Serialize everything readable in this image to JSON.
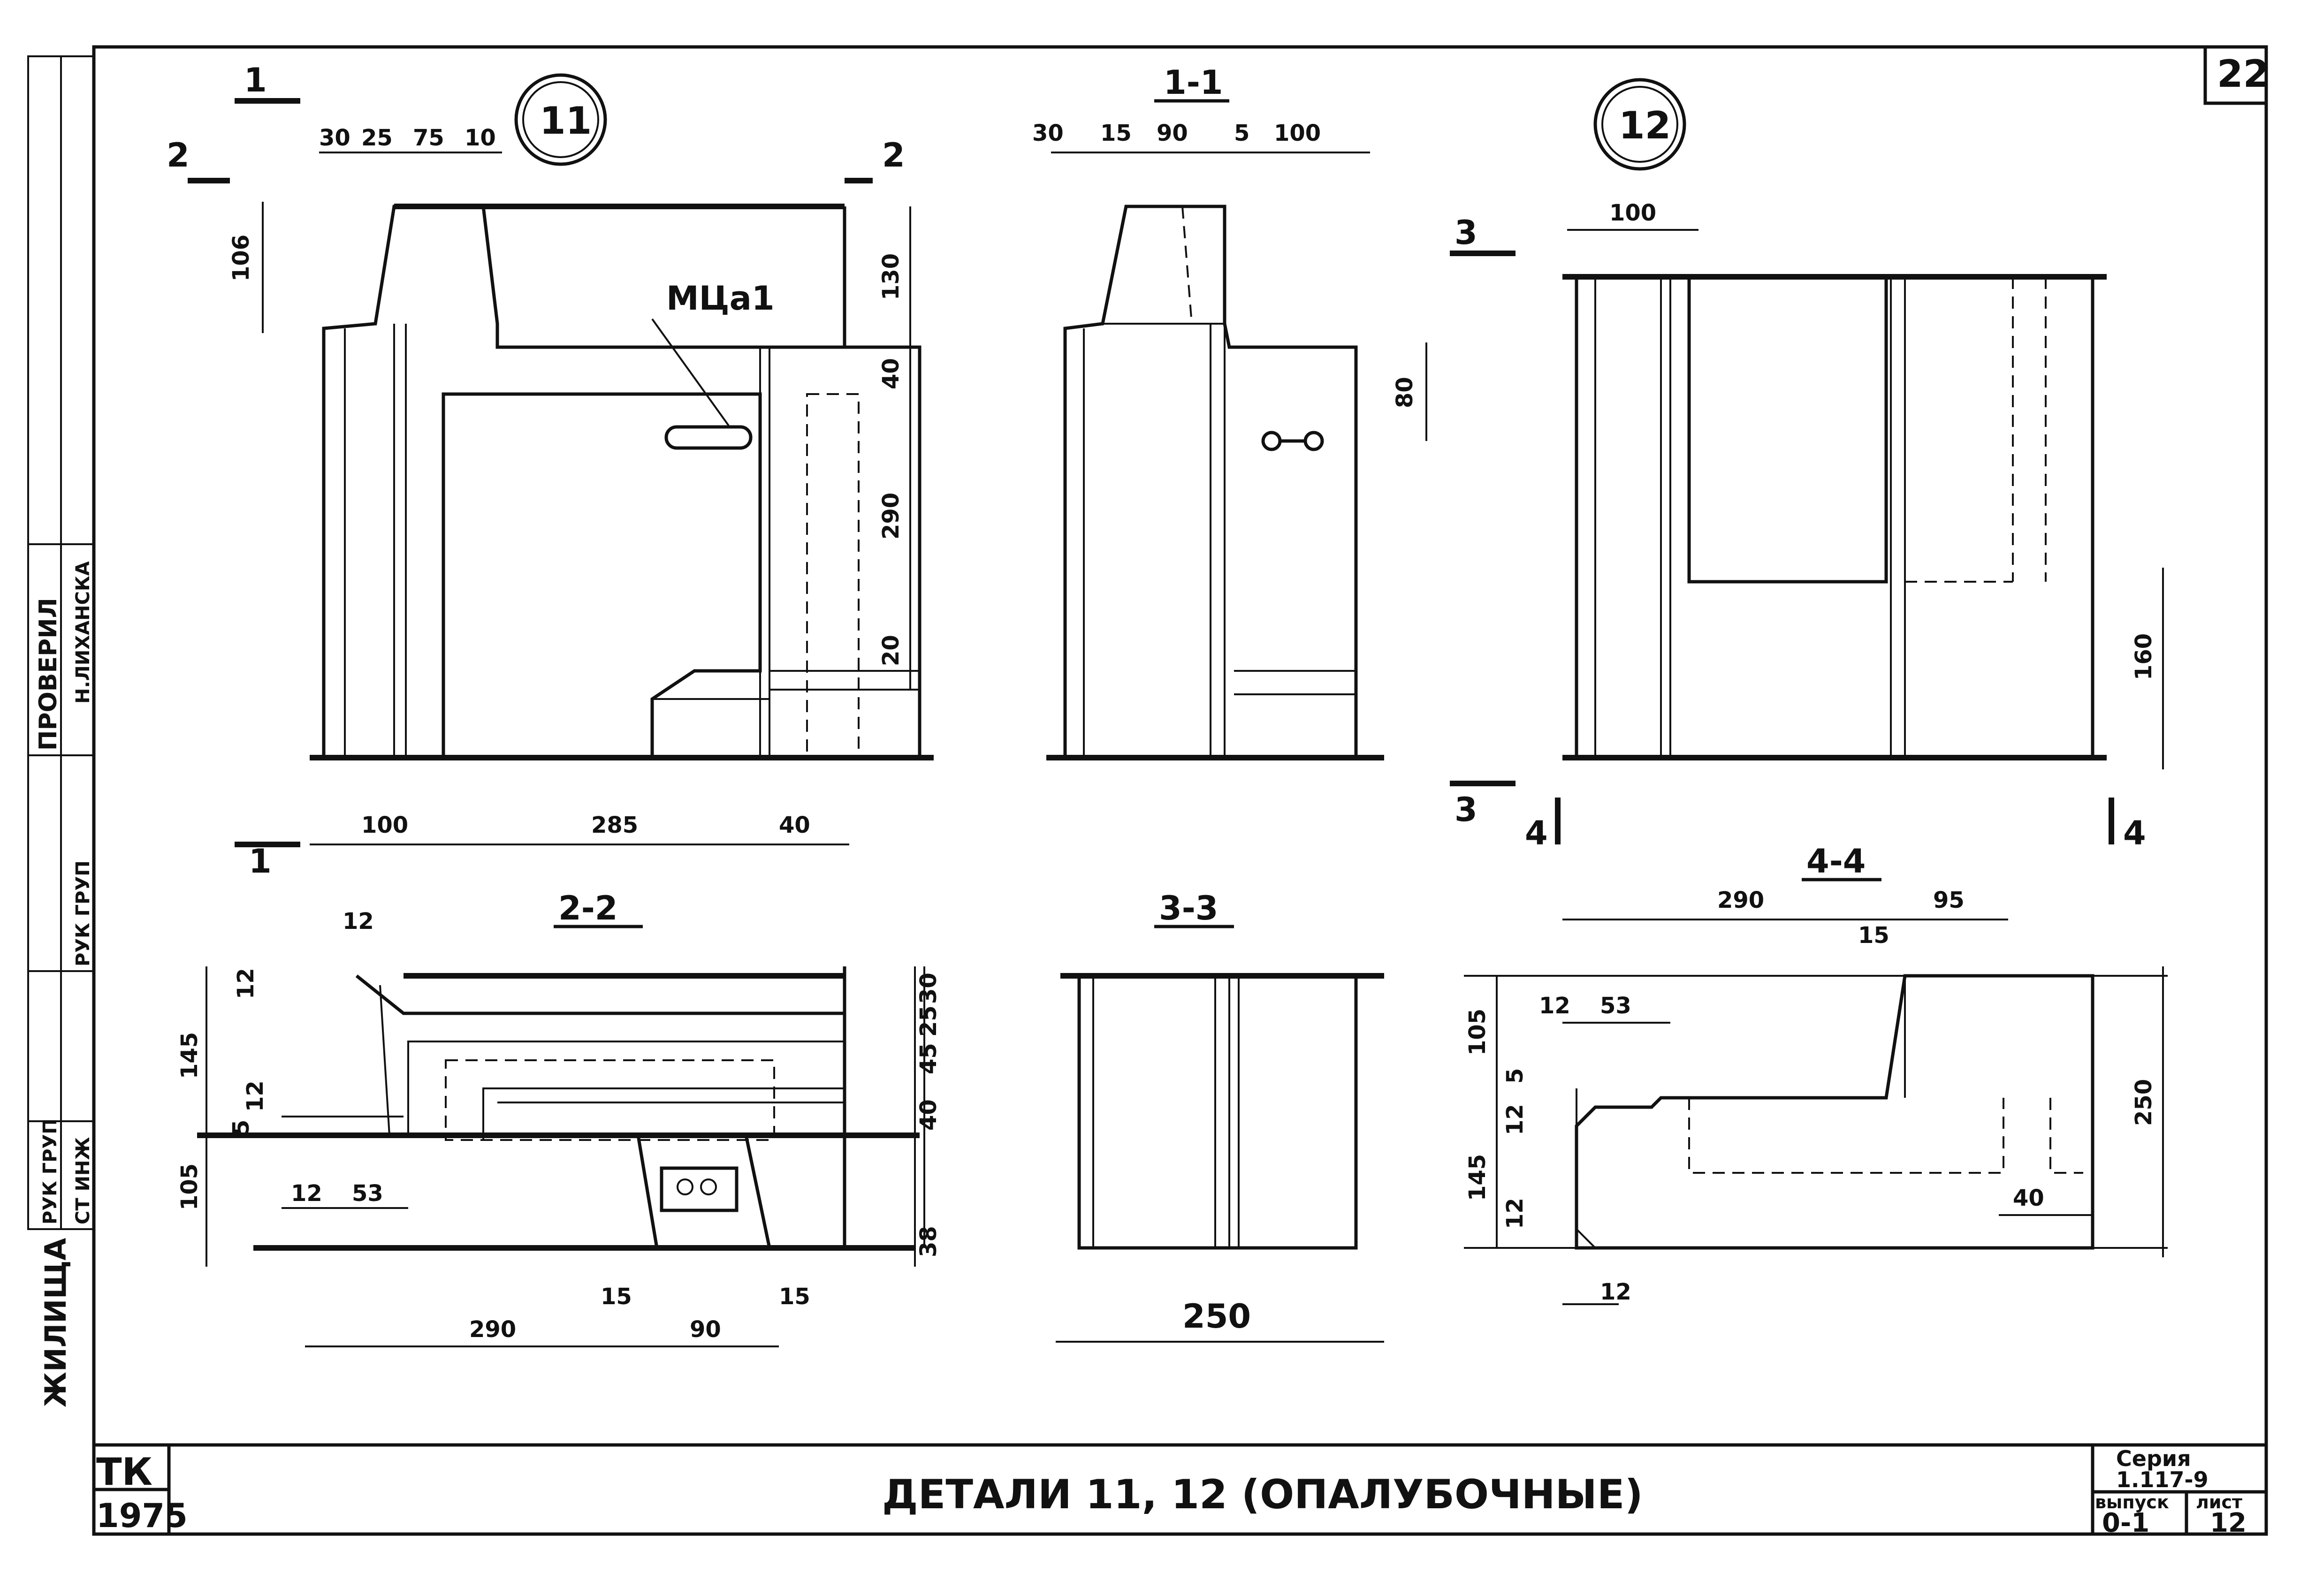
{
  "sheet_number": "22",
  "details": {
    "d11": {
      "number": "11"
    },
    "d12": {
      "number": "12"
    }
  },
  "sections": {
    "s11": "1-1",
    "s22": "2-2",
    "s33": "3-3",
    "s44": "4-4"
  },
  "cut_marks": {
    "m1": "1",
    "m2": "2",
    "m3": "3",
    "m4": "4"
  },
  "callouts": {
    "embedded_part": "МЦа1"
  },
  "dimensions": {
    "d11_top": [
      "30",
      "25",
      "75",
      "10"
    ],
    "d11_left": "106",
    "d11_right": [
      "130",
      "40",
      "290",
      "20"
    ],
    "d11_bottom": [
      "100",
      "285",
      "40"
    ],
    "s11_top": [
      "30",
      "15",
      "90",
      "5",
      "100"
    ],
    "s11_right": "80",
    "d12_top": "100",
    "d12_right": "160",
    "s22_small": [
      "12",
      "12",
      "5",
      "12"
    ],
    "s22_left": [
      "145",
      "105"
    ],
    "s22_right": [
      "30",
      "25",
      "45",
      "40",
      "38"
    ],
    "s22_inner": [
      "12",
      "53"
    ],
    "s22_bottom": [
      "290",
      "15",
      "90",
      "15"
    ],
    "s33_bottom": "250",
    "s44_top": [
      "290",
      "95",
      "15"
    ],
    "s44_inner": [
      "12",
      "53"
    ],
    "s44_left": [
      "105",
      "5",
      "12",
      "145",
      "12"
    ],
    "s44_right": [
      "250",
      "40"
    ],
    "s44_bottom": "12"
  },
  "side_stamp": {
    "checked": "ПРОВЕРИЛ",
    "checker": "Н.ЛИХАНСКА",
    "head": "РУК ГРУП",
    "head_group": "РУК ГРУП",
    "eng": "СТ ИНЖ",
    "dept": "ЖИЛИЩА"
  },
  "title_block": {
    "org": "ТК",
    "year": "1975",
    "title": "ДЕТАЛИ 11, 12 (ОПАЛУБОЧНЫЕ)",
    "series_label": "Серия",
    "series_value": "1.117-9",
    "issue_label": "выпуск",
    "issue_value": "0-1",
    "sheet_label": "лист",
    "sheet_value": "12"
  },
  "colors": {
    "ink": "#111111",
    "paper": "#ffffff"
  }
}
